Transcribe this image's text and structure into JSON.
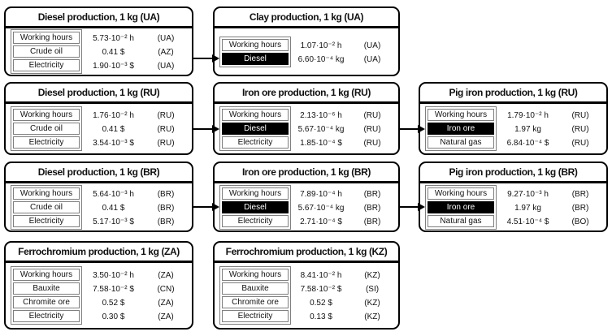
{
  "page": {
    "background": "#ffffff"
  },
  "colors": {
    "box_border": "#000000",
    "cell_border": "#7f7f7f",
    "highlight_bg": "#000000",
    "highlight_text": "#ffffff",
    "text": "#111111",
    "arrow": "#000000"
  },
  "diagram": {
    "boxes": [
      {
        "id": "diesel-ua",
        "title": "Diesel production, 1 kg (UA)",
        "rows": [
          {
            "label": "Working hours",
            "value": "5.73·10⁻² h",
            "country": "(UA)",
            "highlight": false
          },
          {
            "label": "Crude oil",
            "value": "0.41 $",
            "country": "(AZ)",
            "highlight": false
          },
          {
            "label": "Electricity",
            "value": "1.90·10⁻³ $",
            "country": "(UA)",
            "highlight": false
          }
        ]
      },
      {
        "id": "clay-ua",
        "title": "Clay production, 1 kg (UA)",
        "rows": [
          {
            "label": "Working hours",
            "value": "1.07·10⁻² h",
            "country": "(UA)",
            "highlight": false
          },
          {
            "label": "Diesel",
            "value": "6.60·10⁻⁴ kg",
            "country": "(UA)",
            "highlight": true
          }
        ]
      },
      {
        "id": "diesel-ru",
        "title": "Diesel production, 1 kg (RU)",
        "rows": [
          {
            "label": "Working hours",
            "value": "1.76·10⁻² h",
            "country": "(RU)",
            "highlight": false
          },
          {
            "label": "Crude oil",
            "value": "0.41 $",
            "country": "(RU)",
            "highlight": false
          },
          {
            "label": "Electricity",
            "value": "3.54·10⁻³ $",
            "country": "(RU)",
            "highlight": false
          }
        ]
      },
      {
        "id": "iron-ore-ru",
        "title": "Iron ore production, 1 kg (RU)",
        "rows": [
          {
            "label": "Working hours",
            "value": "2.13·10⁻⁶ h",
            "country": "(RU)",
            "highlight": false
          },
          {
            "label": "Diesel",
            "value": "5.67·10⁻⁴ kg",
            "country": "(RU)",
            "highlight": true
          },
          {
            "label": "Electricity",
            "value": "1.85·10⁻⁴ $",
            "country": "(RU)",
            "highlight": false
          }
        ]
      },
      {
        "id": "pig-iron-ru",
        "title": "Pig iron production, 1 kg (RU)",
        "rows": [
          {
            "label": "Working hours",
            "value": "1.79·10⁻² h",
            "country": "(RU)",
            "highlight": false
          },
          {
            "label": "Iron ore",
            "value": "1.97 kg",
            "country": "(RU)",
            "highlight": true
          },
          {
            "label": "Natural gas",
            "value": "6.84·10⁻⁴ $",
            "country": "(RU)",
            "highlight": false
          }
        ]
      },
      {
        "id": "diesel-br",
        "title": "Diesel production, 1 kg (BR)",
        "rows": [
          {
            "label": "Working hours",
            "value": "5.64·10⁻³ h",
            "country": "(BR)",
            "highlight": false
          },
          {
            "label": "Crude oil",
            "value": "0.41 $",
            "country": "(BR)",
            "highlight": false
          },
          {
            "label": "Electricity",
            "value": "5.17·10⁻³ $",
            "country": "(BR)",
            "highlight": false
          }
        ]
      },
      {
        "id": "iron-ore-br",
        "title": "Iron ore production, 1 kg (BR)",
        "rows": [
          {
            "label": "Working hours",
            "value": "7.89·10⁻⁴ h",
            "country": "(BR)",
            "highlight": false
          },
          {
            "label": "Diesel",
            "value": "5.67·10⁻⁴ kg",
            "country": "(BR)",
            "highlight": true
          },
          {
            "label": "Electricity",
            "value": "2.71·10⁻⁴ $",
            "country": "(BR)",
            "highlight": false
          }
        ]
      },
      {
        "id": "pig-iron-br",
        "title": "Pig iron production, 1 kg (BR)",
        "rows": [
          {
            "label": "Working hours",
            "value": "9.27·10⁻³ h",
            "country": "(BR)",
            "highlight": false
          },
          {
            "label": "Iron ore",
            "value": "1.97 kg",
            "country": "(BR)",
            "highlight": true
          },
          {
            "label": "Natural gas",
            "value": "4.51·10⁻⁴ $",
            "country": "(BO)",
            "highlight": false
          }
        ]
      },
      {
        "id": "ferrochromium-za",
        "title": "Ferrochromium production, 1 kg (ZA)",
        "rows": [
          {
            "label": "Working hours",
            "value": "3.50·10⁻² h",
            "country": "(ZA)",
            "highlight": false
          },
          {
            "label": "Bauxite",
            "value": "7.58·10⁻² $",
            "country": "(CN)",
            "highlight": false
          },
          {
            "label": "Chromite ore",
            "value": "0.52 $",
            "country": "(ZA)",
            "highlight": false
          },
          {
            "label": "Electricity",
            "value": "0.30 $",
            "country": "(ZA)",
            "highlight": false
          }
        ]
      },
      {
        "id": "ferrochromium-kz",
        "title": "Ferrochromium production, 1 kg (KZ)",
        "rows": [
          {
            "label": "Working hours",
            "value": "8.41·10⁻² h",
            "country": "(KZ)",
            "highlight": false
          },
          {
            "label": "Bauxite",
            "value": "7.58·10⁻² $",
            "country": "(SI)",
            "highlight": false
          },
          {
            "label": "Chromite ore",
            "value": "0.52 $",
            "country": "(KZ)",
            "highlight": false
          },
          {
            "label": "Electricity",
            "value": "0.13 $",
            "country": "(KZ)",
            "highlight": false
          }
        ]
      }
    ],
    "connectors": [
      {
        "from": "diesel-ua",
        "to": "clay-ua",
        "to_row": "Diesel"
      },
      {
        "from": "diesel-ru",
        "to": "iron-ore-ru",
        "to_row": "Diesel"
      },
      {
        "from": "iron-ore-ru",
        "to": "pig-iron-ru",
        "to_row": "Iron ore"
      },
      {
        "from": "diesel-br",
        "to": "iron-ore-br",
        "to_row": "Diesel"
      },
      {
        "from": "iron-ore-br",
        "to": "pig-iron-br",
        "to_row": "Iron ore"
      }
    ]
  }
}
